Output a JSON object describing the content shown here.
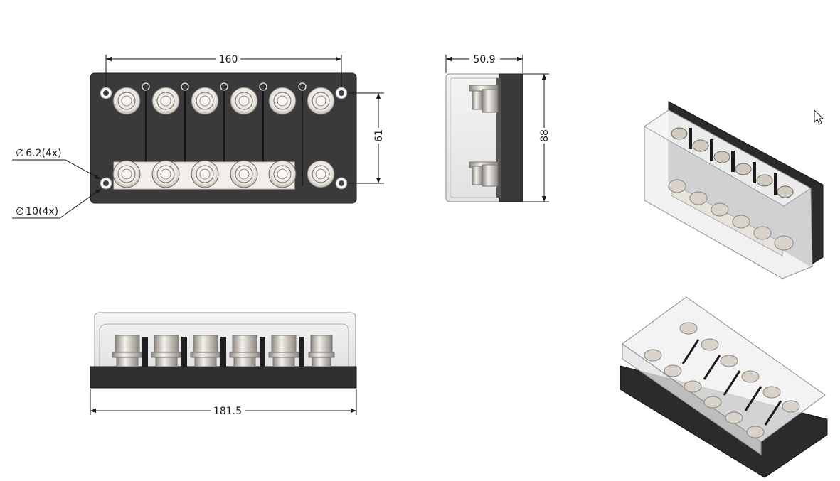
{
  "dimensions": {
    "top_width": "160",
    "hole_spacing_height": "61",
    "small_hole": "6.2(4x)",
    "large_hole": "10(4x)",
    "side_depth": "50.9",
    "side_height": "88",
    "bottom_width": "181.5"
  },
  "symbols": {
    "diameter": "∅"
  },
  "colors": {
    "housing": "#3a3a3a",
    "busbar": "#f2efea",
    "cover_outline": "#8f8f8f",
    "stud": "#d9d4cc",
    "dim_line": "#1a1a1a"
  },
  "icons": {
    "cursor": "mouse-pointer-icon"
  },
  "views": [
    "top-view",
    "side-view",
    "front-view",
    "iso-view-upper",
    "iso-view-lower"
  ],
  "studs": {
    "count_per_row": 6,
    "rows": 2,
    "bus_connected_lower": 5
  }
}
